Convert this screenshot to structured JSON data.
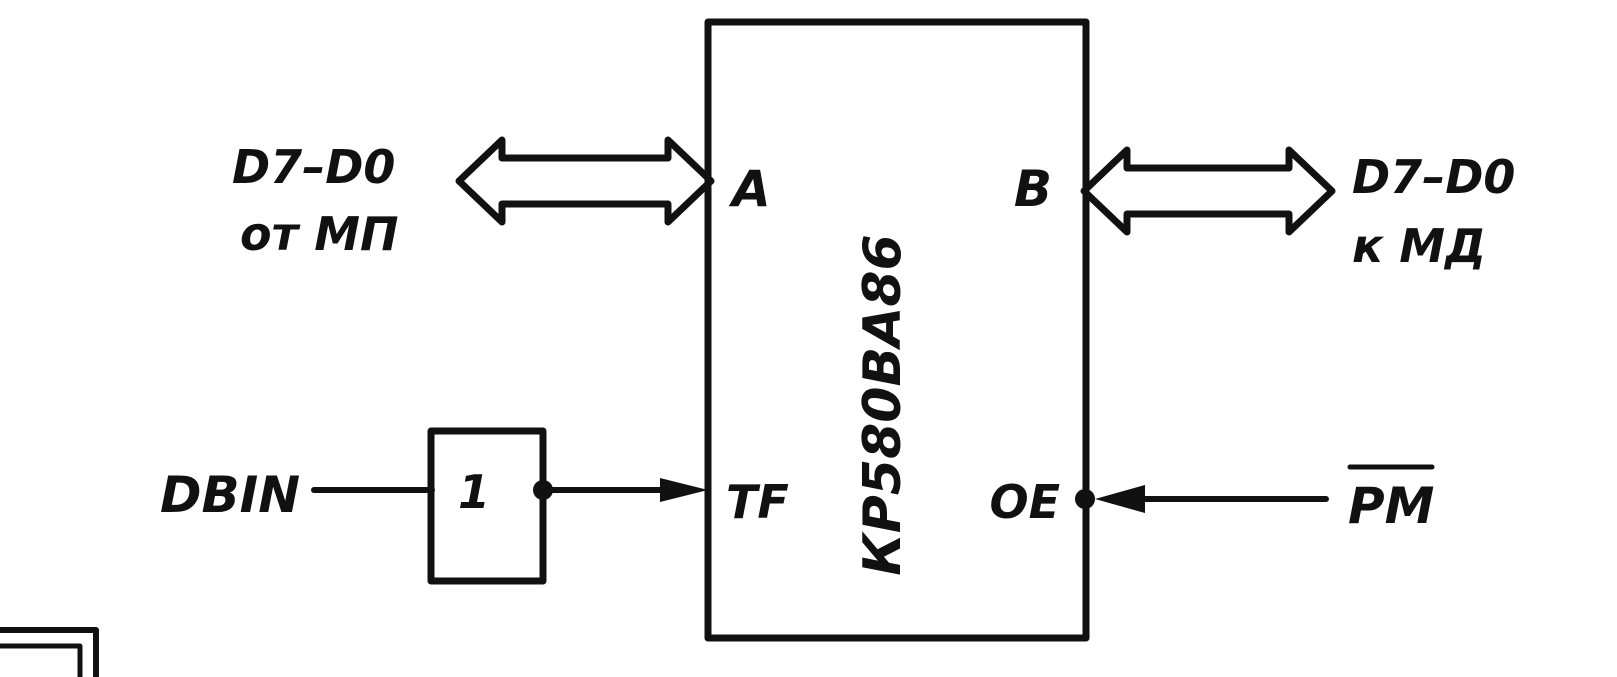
{
  "chip": {
    "name": "КР580ВА86",
    "port_a": "A",
    "port_b": "B",
    "port_tf": "TF",
    "port_oe": "OE"
  },
  "left_bus": {
    "line1": "D7–D0",
    "line2": "от МП"
  },
  "right_bus": {
    "line1": "D7–D0",
    "line2": "к МД"
  },
  "inverter": {
    "label": "1"
  },
  "signals": {
    "dbin": "DBIN",
    "pm": "PM"
  },
  "colors": {
    "ink": "#111111",
    "paper": "#ffffff"
  }
}
